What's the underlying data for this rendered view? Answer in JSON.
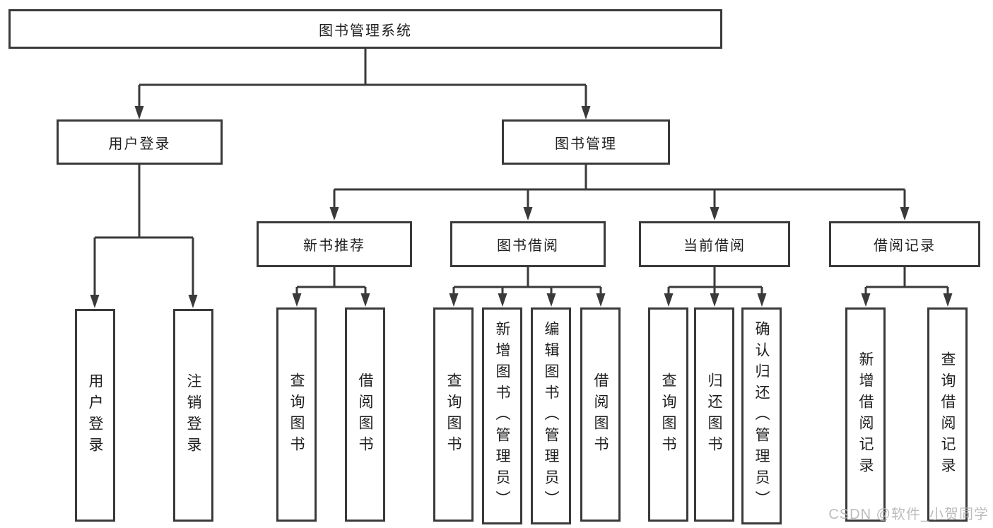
{
  "tree": {
    "root": "图书管理系统",
    "branches": [
      {
        "label": "用户登录",
        "children": [
          "用户登录",
          "注销登录"
        ]
      },
      {
        "label": "图书管理",
        "sections": [
          {
            "label": "新书推荐",
            "children": [
              "查询图书",
              "借阅图书"
            ]
          },
          {
            "label": "图书借阅",
            "children": [
              "查询图书",
              "新增图书（管理员）",
              "编辑图书（管理员）",
              "借阅图书"
            ]
          },
          {
            "label": "当前借阅",
            "children": [
              "查询图书",
              "归还图书",
              "确认归还（管理员）"
            ]
          },
          {
            "label": "借阅记录",
            "children": [
              "新增借阅记录",
              "查询借阅记录"
            ]
          }
        ]
      }
    ]
  },
  "watermark": {
    "text": "CSDN @软件_小贺同学"
  },
  "colors": {
    "background": "#ffffff",
    "line": "#3a3a3a",
    "box_border": "#3a3a3a",
    "text": "#1f1f1f",
    "watermark": "#b5b5b5"
  }
}
